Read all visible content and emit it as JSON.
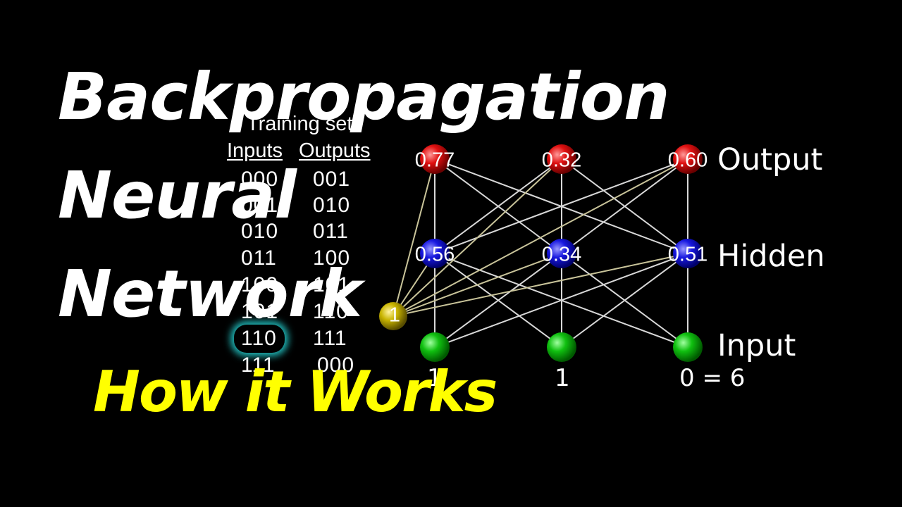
{
  "title": {
    "line1": "Backpropagation",
    "line2": "Neural",
    "line3": "Network"
  },
  "subtitle": "How it Works",
  "training_set": {
    "title": "Training set",
    "headers": {
      "inputs": "Inputs",
      "outputs": "Outputs"
    },
    "rows": [
      {
        "input": "000",
        "output": "001"
      },
      {
        "input": "001",
        "output": "010"
      },
      {
        "input": "010",
        "output": "011"
      },
      {
        "input": "011",
        "output": "100"
      },
      {
        "input": "100",
        "output": "101"
      },
      {
        "input": "101",
        "output": "110"
      },
      {
        "input": "110",
        "output": "111"
      },
      {
        "input": "111",
        "output": "000"
      }
    ]
  },
  "network": {
    "labels": {
      "output": "Output",
      "hidden": "Hidden",
      "input": "Input"
    },
    "output_values": [
      "0.77",
      "0.32",
      "0.60"
    ],
    "hidden_values": [
      "0.56",
      "0.34",
      "0.51"
    ],
    "input_values": [
      "1",
      "1",
      "0 = 6"
    ],
    "bias_value": "1"
  },
  "colors": {
    "output_node": "#e01010",
    "hidden_node": "#1818e0",
    "input_node": "#10c010",
    "bias_node": "#c8b400",
    "title": "#ffffff",
    "subtitle": "#ffff00",
    "highlight_glow": "#1fb5b5"
  }
}
